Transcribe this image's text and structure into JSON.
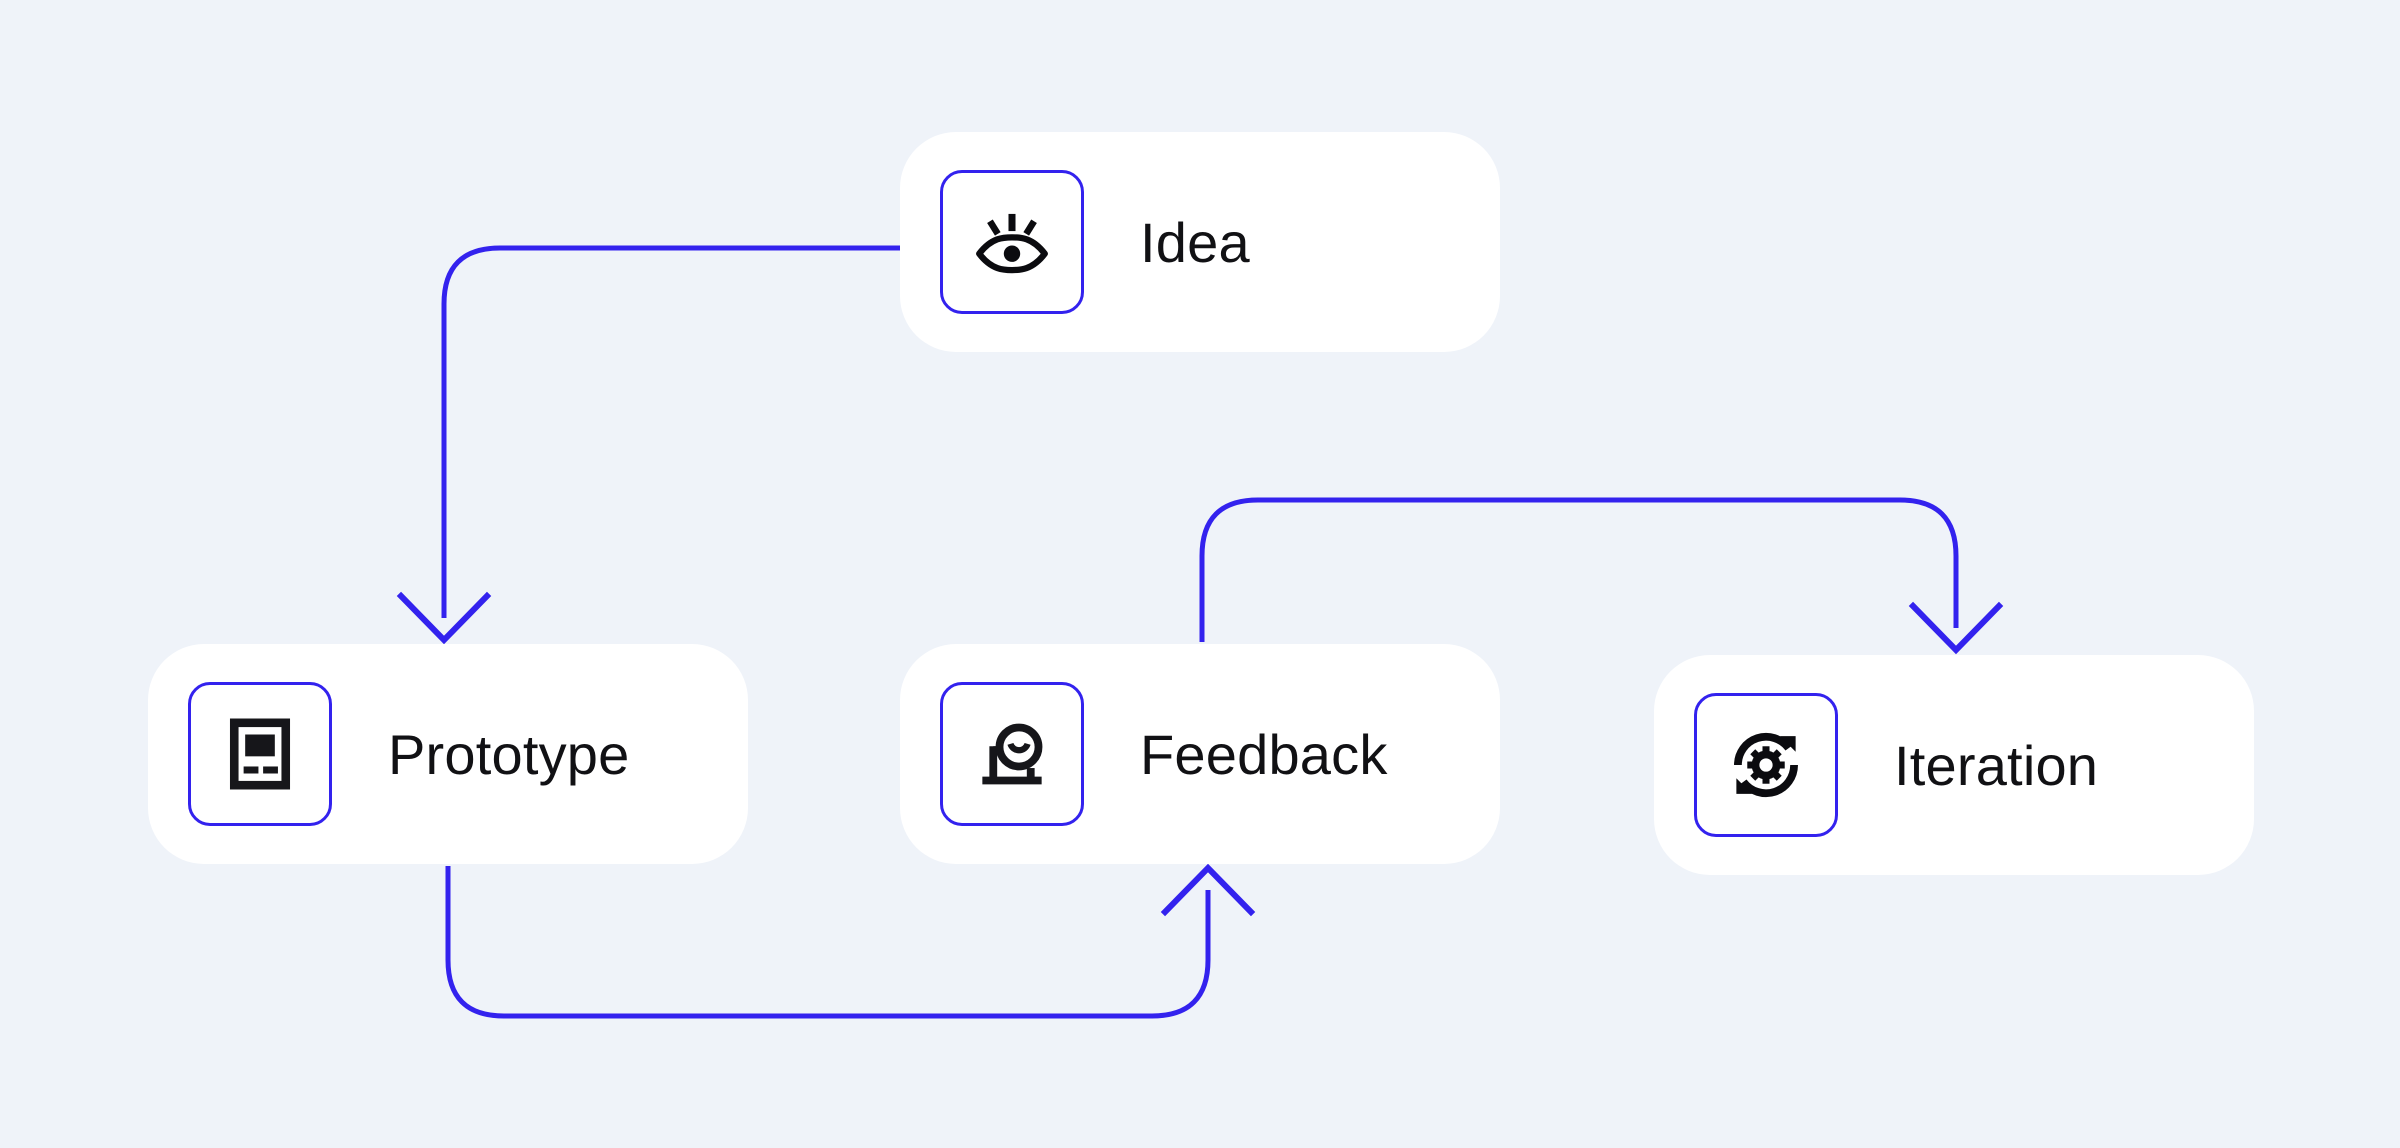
{
  "canvas": {
    "background_color": "#eff3f9",
    "card_color": "#ffffff",
    "accent_color": "#3322ee",
    "text_color": "#111114"
  },
  "nodes": [
    {
      "id": "idea",
      "label": "Idea",
      "icon": "eye-icon"
    },
    {
      "id": "prototype",
      "label": "Prototype",
      "icon": "wireframe-screen-icon"
    },
    {
      "id": "feedback",
      "label": "Feedback",
      "icon": "smiley-on-stand-icon"
    },
    {
      "id": "iteration",
      "label": "Iteration",
      "icon": "gear-refresh-icon"
    }
  ],
  "connectors": [
    {
      "id": "idea-to-prototype",
      "from": "idea",
      "to": "prototype",
      "arrowhead": "down"
    },
    {
      "id": "prototype-to-feedback",
      "from": "prototype",
      "to": "feedback",
      "arrowhead": "up"
    },
    {
      "id": "feedback-to-iteration",
      "from": "feedback",
      "to": "iteration",
      "arrowhead": "down"
    }
  ]
}
